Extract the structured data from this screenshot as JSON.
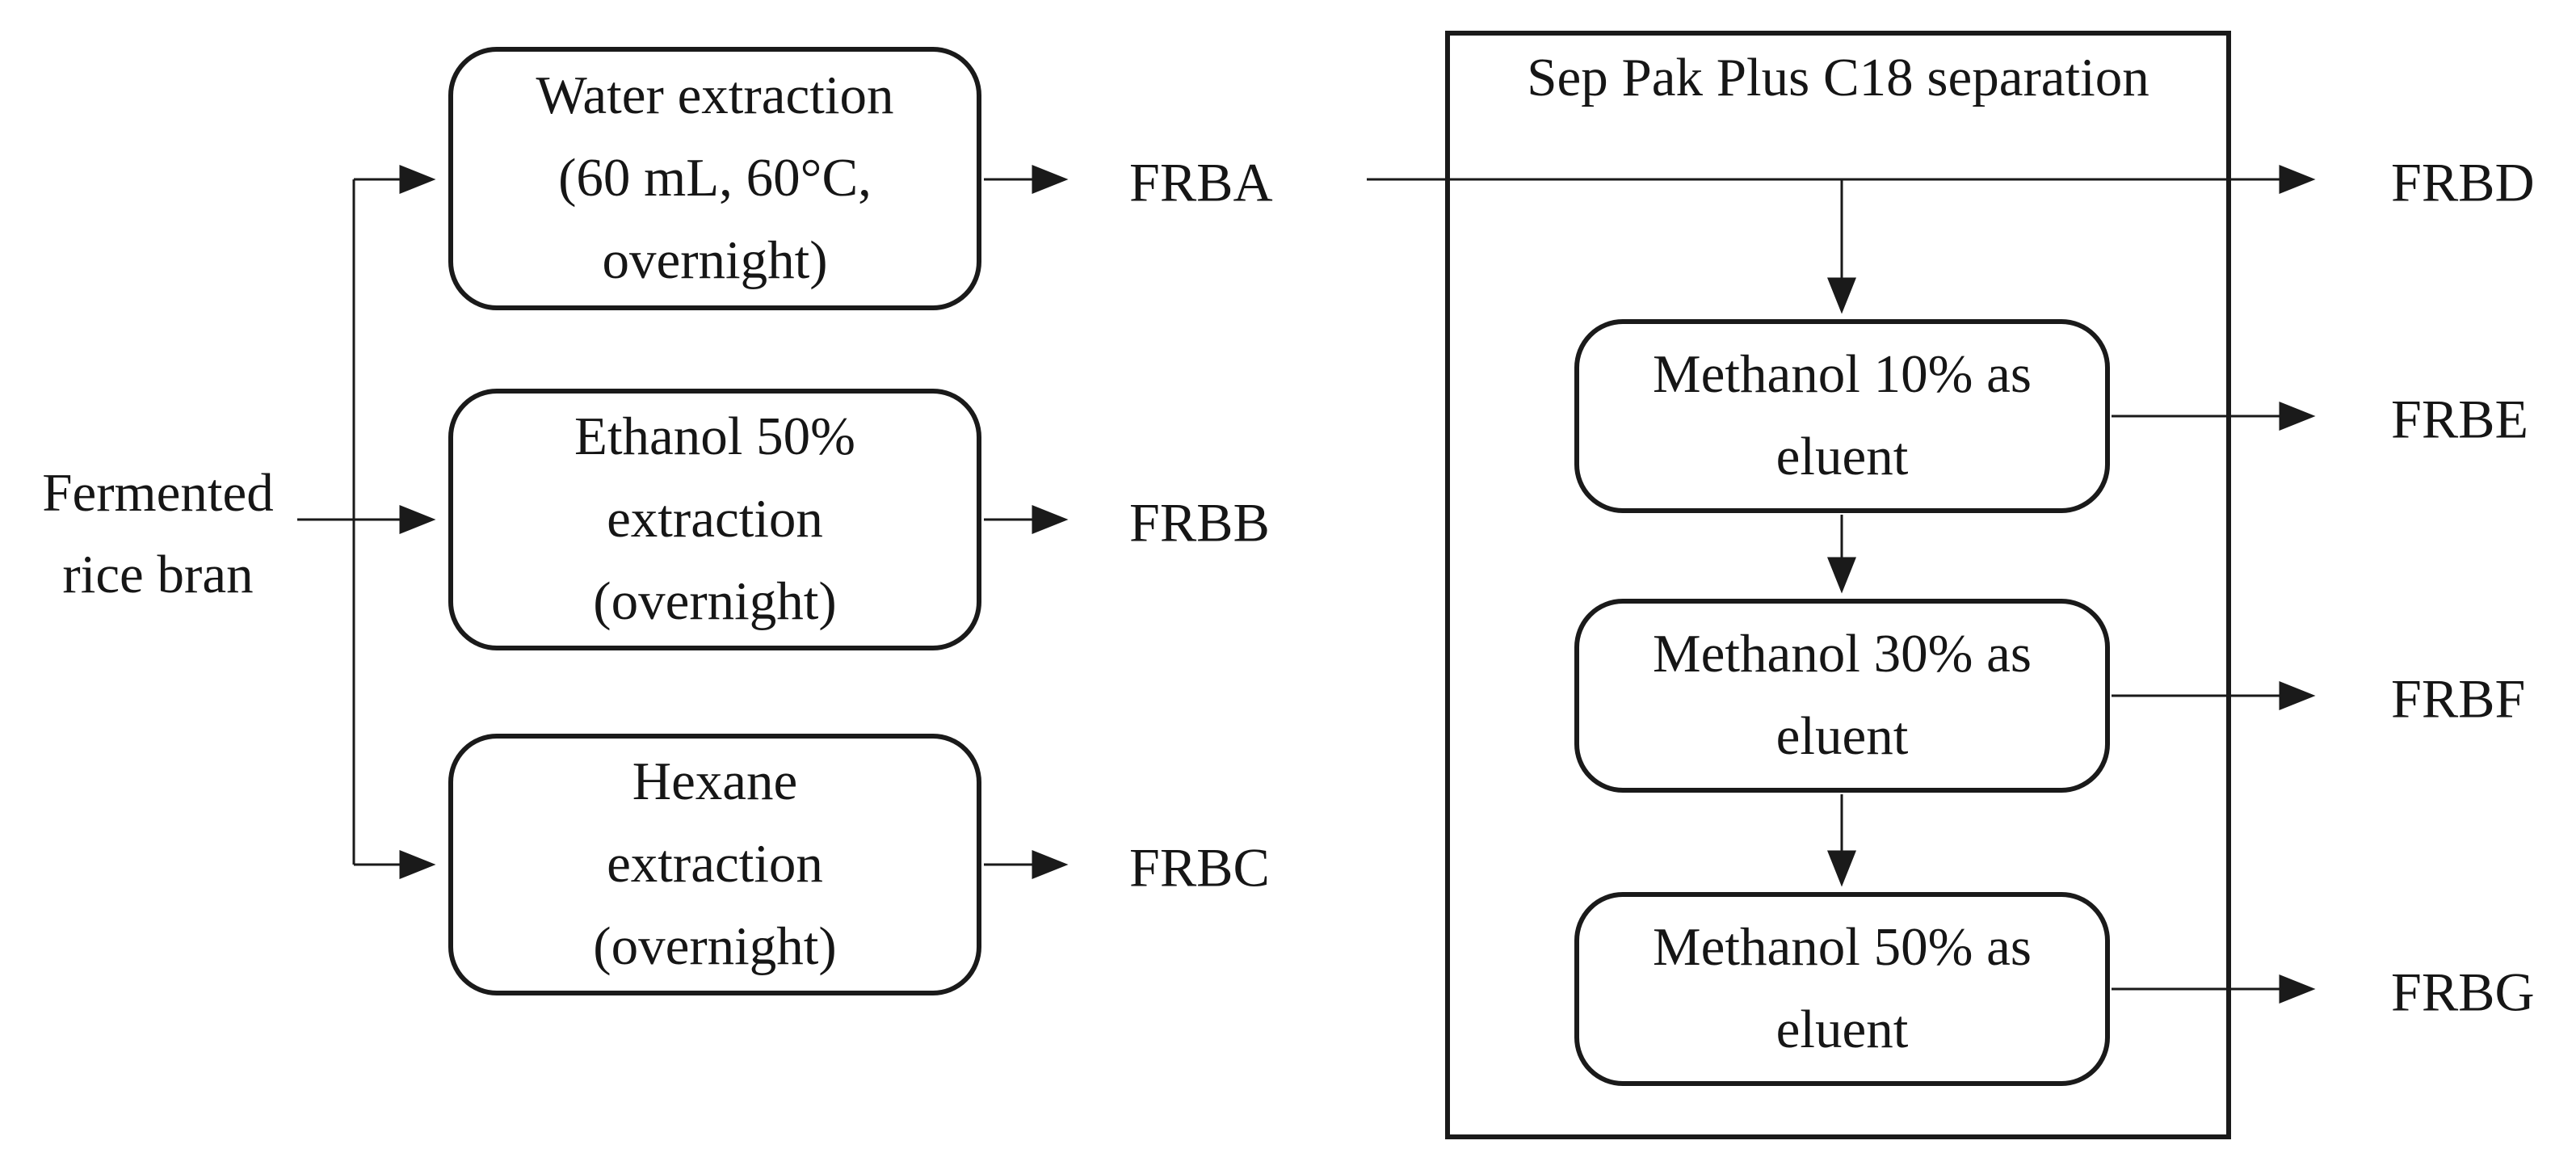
{
  "diagram": {
    "source": {
      "lines": [
        "Fermented",
        "rice bran"
      ]
    },
    "extractions": [
      {
        "name": "water-extraction",
        "lines": [
          "Water extraction",
          "(60 mL, 60°C,",
          "overnight)"
        ],
        "output_label": "FRBA"
      },
      {
        "name": "ethanol-extraction",
        "lines": [
          "Ethanol 50%",
          "extraction",
          "(overnight)"
        ],
        "output_label": "FRBB"
      },
      {
        "name": "hexane-extraction",
        "lines": [
          "Hexane",
          "extraction",
          "(overnight)"
        ],
        "output_label": "FRBC"
      }
    ],
    "separation": {
      "title": "Sep Pak Plus C18 separation",
      "passthrough_label": "FRBD",
      "eluents": [
        {
          "name": "methanol-10",
          "lines": [
            "Methanol 10% as",
            "eluent"
          ],
          "output_label": "FRBE"
        },
        {
          "name": "methanol-30",
          "lines": [
            "Methanol 30% as",
            "eluent"
          ],
          "output_label": "FRBF"
        },
        {
          "name": "methanol-50",
          "lines": [
            "Methanol 50% as",
            "eluent"
          ],
          "output_label": "FRBG"
        }
      ]
    },
    "colors": {
      "stroke": "#1a1a1a",
      "text": "#161616",
      "background": "#ffffff"
    }
  }
}
